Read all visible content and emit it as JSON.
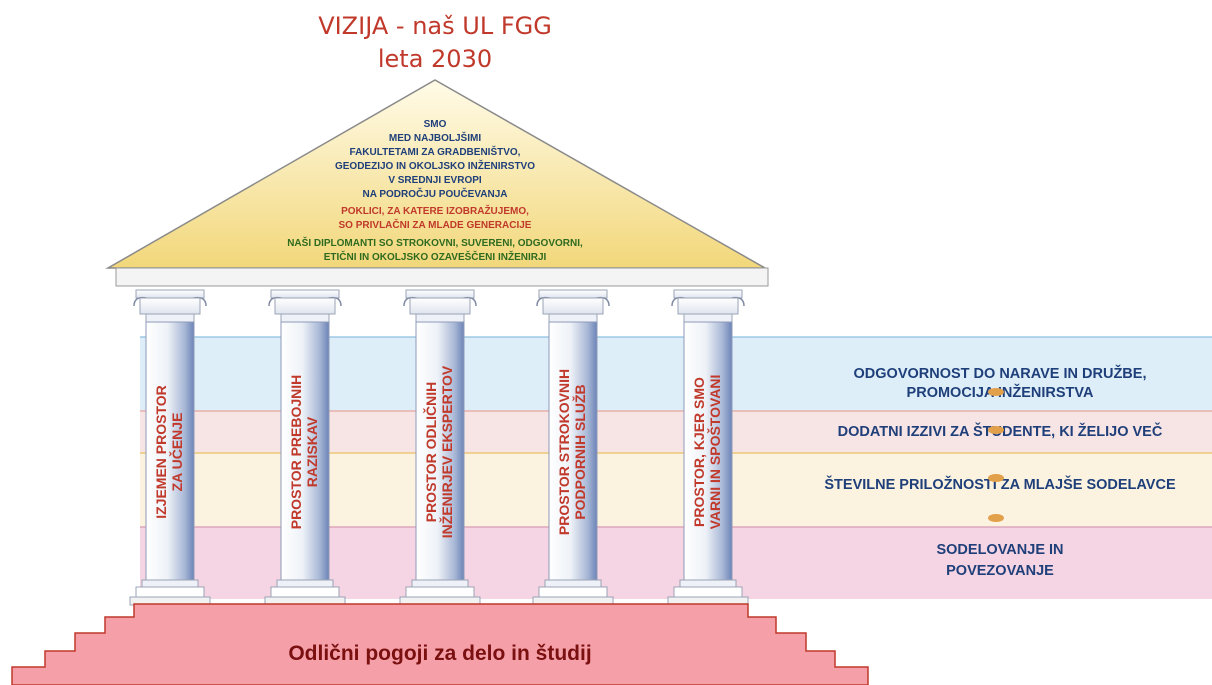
{
  "colors": {
    "title": "#c0392b",
    "pediment_fill_top": "#fffbe8",
    "pediment_fill_bottom": "#f2d77a",
    "pediment_text_blue": "#1f3f7a",
    "pediment_text_red": "#c0392b",
    "pediment_text_green": "#2e6b1f",
    "column_text": "#c0392b",
    "band_text": "#1f3f7a",
    "steps": "#f5a0a8",
    "steps_edge": "#c0392b",
    "base_text": "#7a1010"
  },
  "title": {
    "line1": "VIZIJA - naš UL FGG",
    "line2": "leta 2030"
  },
  "pediment": {
    "blue_lines": [
      "SMO",
      "MED NAJBOLJŠIMI",
      "FAKULTETAMI ZA GRADBENIŠTVO,",
      "GEODEZIJO IN OKOLJSKO INŽENIRSTVO",
      "V SREDNJI EVROPI",
      "NA PODROČJU POUČEVANJA"
    ],
    "red_lines": [
      "POKLICI, ZA KATERE IZOBRAŽUJEMO,",
      "SO PRIVLAČNI ZA MLADE GENERACIJE"
    ],
    "green_lines": [
      "NAŠI DIPLOMANTI SO STROKOVNI, SUVERENI, ODGOVORNI,",
      "ETIČNI IN OKOLJSKO OZAVEŠČENI INŽENIRJI"
    ]
  },
  "columns": [
    {
      "line1": "IZJEMEN PROSTOR",
      "line2": "ZA UČENJE"
    },
    {
      "line1": "PROSTOR PREBOJNIH",
      "line2": "RAZISKAV"
    },
    {
      "line1": "PROSTOR ODLIČNIH",
      "line2": "INŽENIRJEV EKSPERTOV"
    },
    {
      "line1": "PROSTOR STROKOVNIH",
      "line2": "PODPORNIH SLUŽB"
    },
    {
      "line1": "PROSTOR, KJER SMO",
      "line2": "VARNI IN SPOŠTOVANI"
    }
  ],
  "bands": [
    {
      "lines": [
        "ODGOVORNOST DO NARAVE IN DRUŽBE,",
        "PROMOCIJA INŽENIRSTVA"
      ],
      "color": "#ddeef8",
      "line": "#8cc0e0"
    },
    {
      "lines": [
        "DODATNI IZZIVI ZA ŠTUDENTE, KI ŽELIJO VEČ"
      ],
      "color": "#f7e4e4",
      "line": "#e8a59a"
    },
    {
      "lines": [
        "ŠTEVILNE PRILOŽNOSTI ZA MLAJŠE SODELAVCE"
      ],
      "color": "#fbf3e0",
      "line": "#e8c060"
    },
    {
      "lines": [
        "SODELOVANJE IN",
        "POVEZOVANJE"
      ],
      "color": "#f5d5e3",
      "line": "#d99ab3"
    }
  ],
  "base": {
    "label": "Odlični pogoji za delo in študij"
  }
}
